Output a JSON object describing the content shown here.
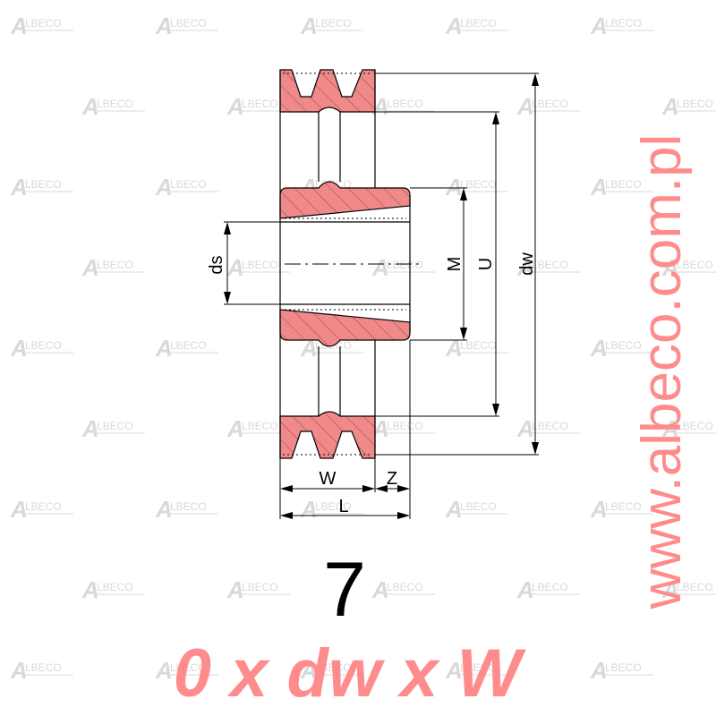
{
  "watermark": {
    "text": "LBECO",
    "initial": "A"
  },
  "labels": {
    "ds": "ds",
    "M": "M",
    "U": "U",
    "dw": "dw",
    "W": "W",
    "Z": "Z",
    "L": "L"
  },
  "diagram_number": "7",
  "formula": "0 x dw x W",
  "site_url": "www.albeco.com.pl",
  "colors": {
    "fill": "#f08a8a",
    "accent": "#ff8c8c",
    "watermark": "#d9d9d9",
    "line": "#000000"
  }
}
